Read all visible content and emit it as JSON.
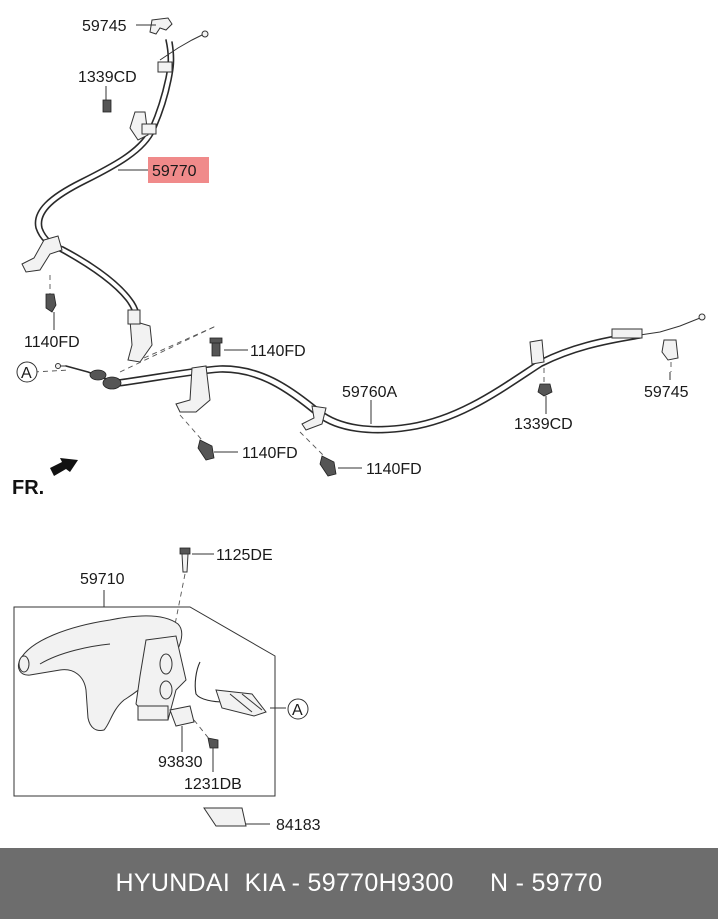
{
  "labels": {
    "p59745_top": "59745",
    "p1339cd_top": "1339CD",
    "p59770": "59770",
    "p1140fd_left": "1140FD",
    "p1140fd_mid": "1140FD",
    "p59760a": "59760A",
    "p59745_right": "59745",
    "p1339cd_right": "1339CD",
    "p1140fd_low1": "1140FD",
    "p1140fd_low2": "1140FD",
    "callout_a_top": "A",
    "fr": "FR.",
    "p1125de": "1125DE",
    "p59710": "59710",
    "callout_a_box": "A",
    "p93830": "93830",
    "p1231db": "1231DB",
    "p84183": "84183"
  },
  "highlight_color": "#f08a8a",
  "footer": {
    "text": "HYUNDAI  KIA - 59770H9300     N - 59770",
    "background": "#6d6d6d"
  }
}
